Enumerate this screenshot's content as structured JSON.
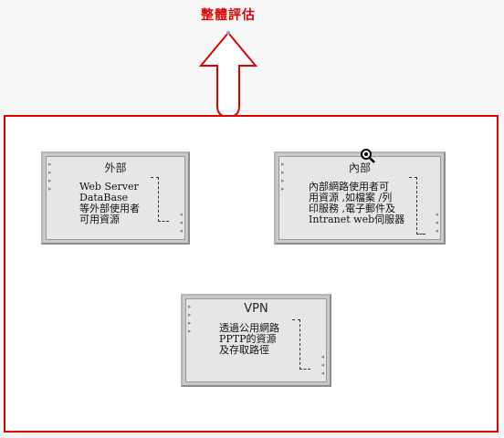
{
  "title": "整體評估",
  "cards": {
    "external": {
      "title": "外部",
      "lines": [
        "Web Server",
        "DataBase",
        "等外部使用者",
        "可用資源"
      ]
    },
    "internal": {
      "title": "內部",
      "lines": [
        "內部網路使用者可",
        "用資源 ,如檔案 /列",
        "印服務 ,電子郵件及",
        "Intranet web伺服器"
      ]
    },
    "vpn": {
      "title": "VPN",
      "lines": [
        "透過公用網路",
        "PPTP的資源",
        "及存取路徑"
      ]
    }
  },
  "colors": {
    "accent": "#e00000",
    "card_face": "#e6e6e6",
    "card_border": "#8c8c8c"
  },
  "icons": {
    "zoom": "magnifier-icon"
  }
}
